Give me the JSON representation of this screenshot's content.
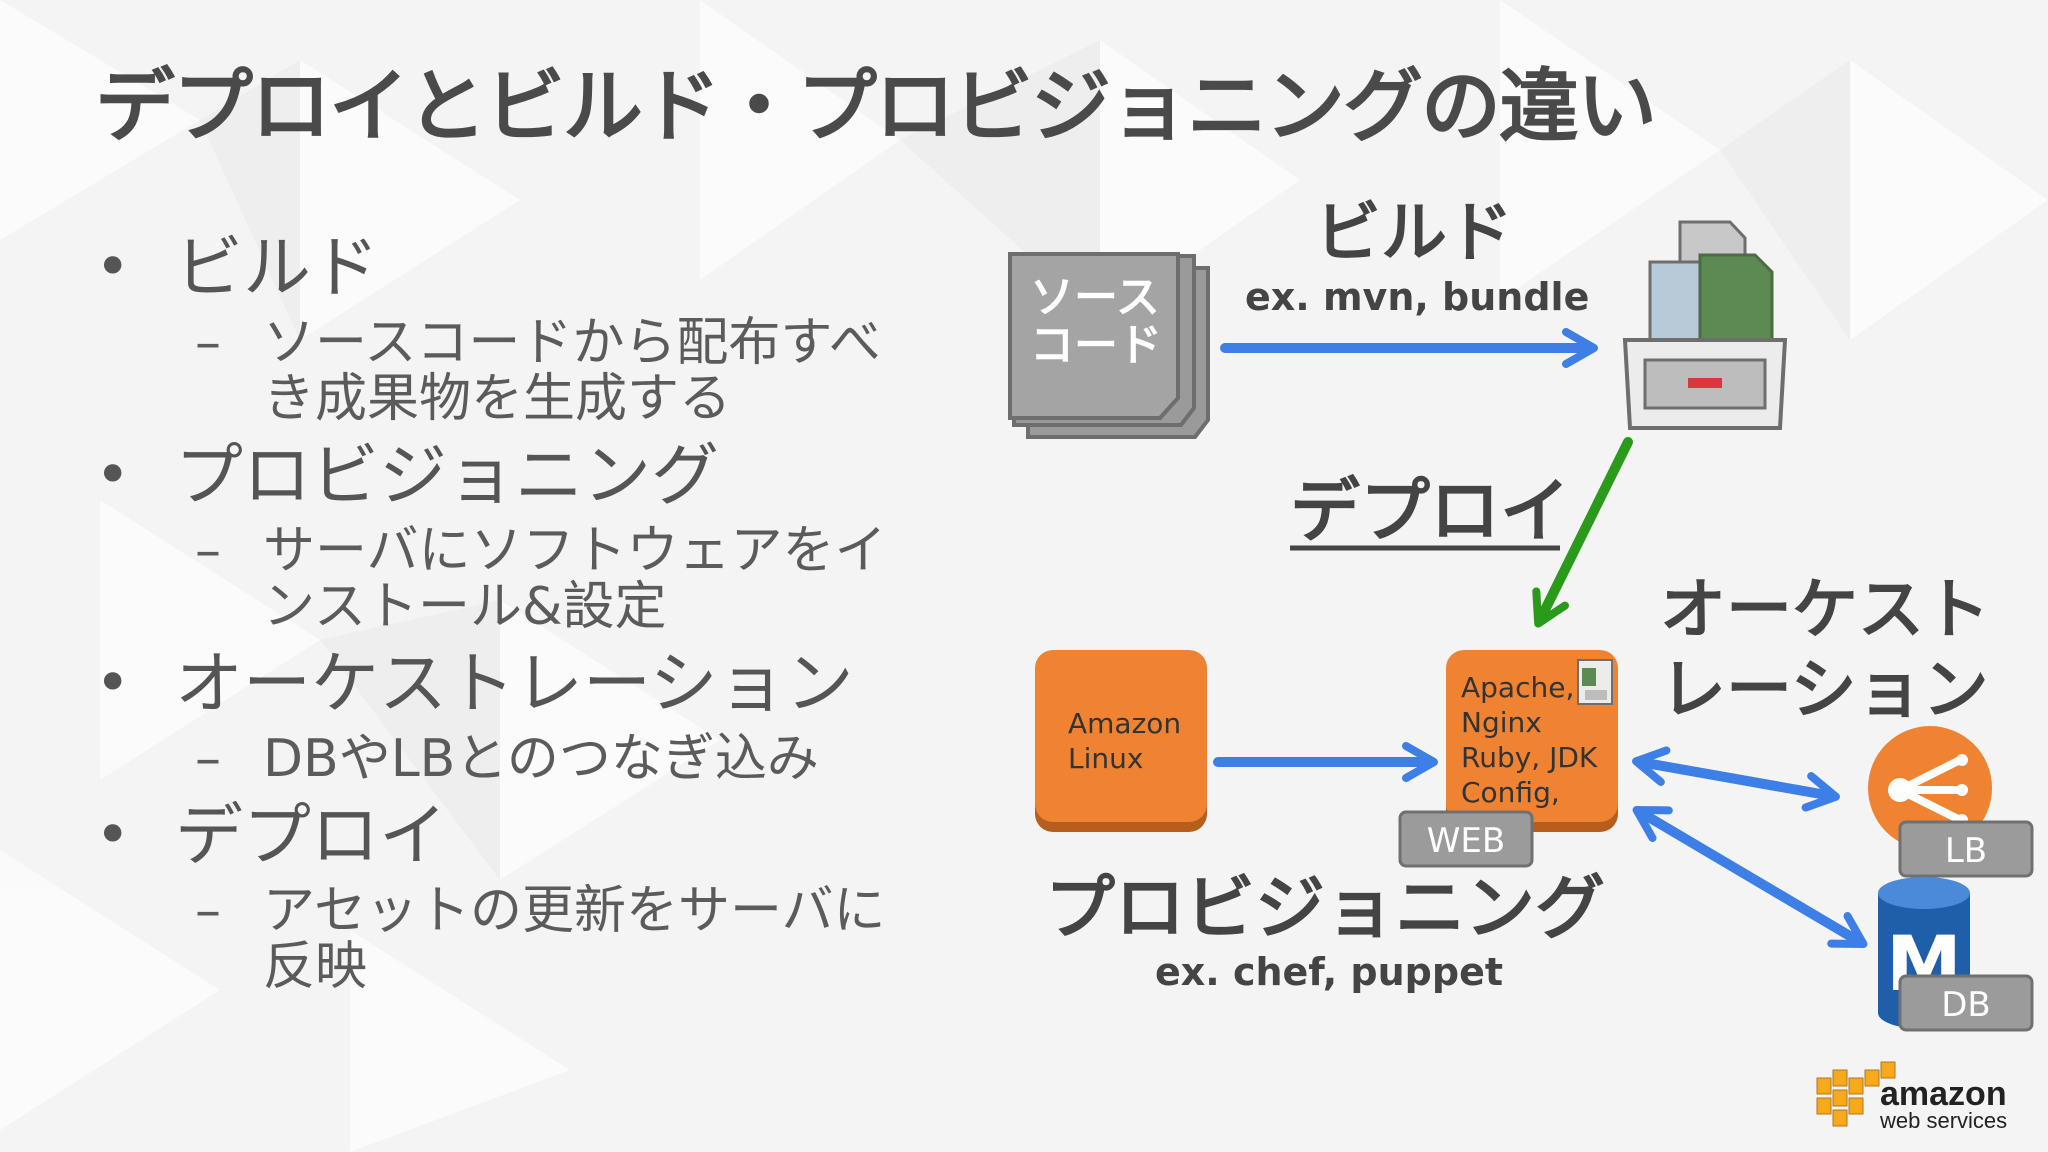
{
  "title": "デプロイとビルド・プロビジョニングの違い",
  "bullets": [
    {
      "label": "ビルド",
      "sub_lines": [
        "ソースコードから配布すべ",
        "き成果物を生成する"
      ]
    },
    {
      "label": "プロビジョニング",
      "sub_lines": [
        "サーバにソフトウェアをイ",
        "ンストール&設定"
      ]
    },
    {
      "label": "オーケストレーション",
      "sub_lines": [
        "DBやLBとのつなぎ込み"
      ]
    },
    {
      "label": "デプロイ",
      "sub_lines": [
        "アセットの更新をサーバに",
        "反映"
      ]
    }
  ],
  "bullet_symbol": "•",
  "dash_symbol": "–",
  "diagram": {
    "source_code_lines": [
      "ソース",
      "コード"
    ],
    "build_label": "ビルド",
    "build_example": "ex. mvn, bundle",
    "deploy_label": "デプロイ",
    "amazon_linux_lines": [
      "Amazon",
      "Linux"
    ],
    "server_lines": [
      "Apache,",
      "Nginx",
      "Ruby, JDK",
      "Config,"
    ],
    "web_tag": "WEB",
    "provisioning_label": "プロビジョニング",
    "provisioning_example": "ex. chef, puppet",
    "orchestration_lines": [
      "オーケスト",
      "レーション"
    ],
    "lb_tag": "LB",
    "db_tag": "DB",
    "db_letter": "M"
  },
  "logo": {
    "line1": "amazon",
    "line2": "web services"
  },
  "colors": {
    "blue_arrow": "#3d7fe6",
    "green_arrow": "#2a9a1a",
    "orange": "#f08332",
    "gray_tag": "#9b9b9b"
  }
}
